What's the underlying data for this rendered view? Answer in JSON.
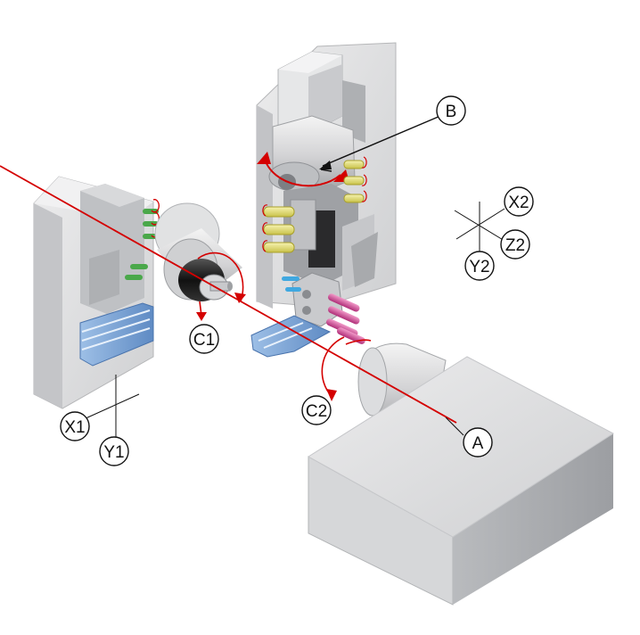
{
  "labels": {
    "A": "A",
    "B": "B",
    "C1": "C1",
    "C2": "C2",
    "X1": "X1",
    "Y1": "Y1",
    "X2": "X2",
    "Z2": "Z2",
    "Y2": "Y2"
  },
  "colors": {
    "axis_line": "#d40000",
    "rotation_arrow": "#d40000",
    "machine_body": "#d9d9da",
    "machine_shadow": "#a9abae",
    "guide_blue": "#7fa8d8",
    "tool_yellow": "#e8e27a",
    "tool_magenta": "#cc3c8e",
    "tool_green": "#4aa84a",
    "tool_cyan": "#40a8e0"
  }
}
